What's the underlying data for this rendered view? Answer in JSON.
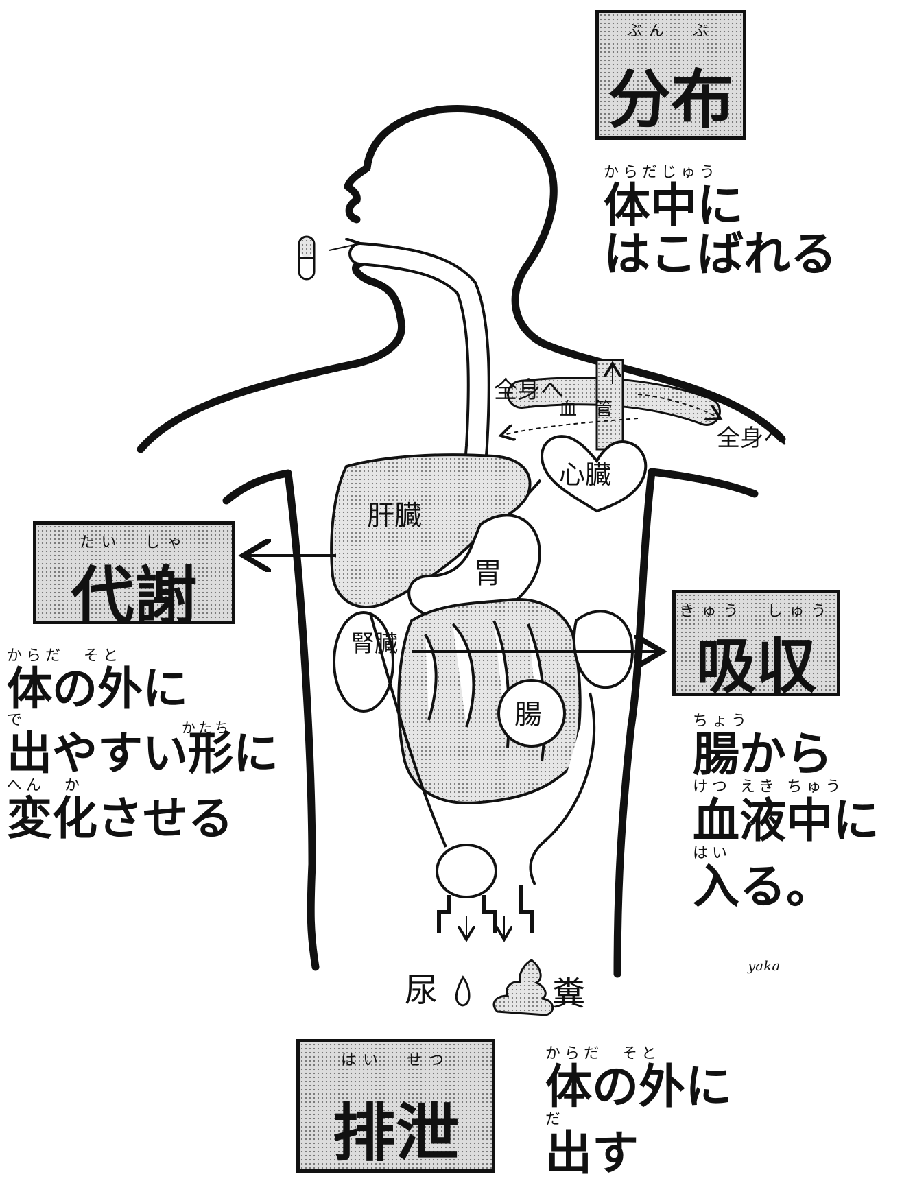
{
  "sections": {
    "distribution": {
      "title": "分布",
      "reading": "ぶん　ぷ",
      "description_reading": "からだじゅう",
      "description_lines": [
        "体中に",
        "はこばれる"
      ]
    },
    "metabolism": {
      "title": "代謝",
      "reading": "たい　しゃ",
      "description_reading": "からだ　そと",
      "description_lines": [
        "体の外に",
        "出やすい形に",
        "変化させる"
      ],
      "reading_de": "で",
      "reading_katachi": "かたち",
      "reading_henka": "へん　か"
    },
    "absorption": {
      "title": "吸収",
      "reading": "きゅう　しゅう",
      "description_reading": "ちょう",
      "description_lines": [
        "腸から",
        "血液中に",
        "入る。"
      ],
      "reading_ketsueki": "けつ えき ちゅう",
      "reading_hai": "はい"
    },
    "excretion": {
      "title": "排泄",
      "reading": "はい　せつ",
      "description_reading": "からだ　そと",
      "description_lines": [
        "体の外に",
        "出す"
      ],
      "reading_da": "だ"
    }
  },
  "organs": {
    "liver": "肝臓",
    "heart": "心臓",
    "stomach": "胃",
    "kidney": "腎臓",
    "intestine": "腸"
  },
  "labels": {
    "whole_body_left": "全身へ",
    "whole_body_right": "全身へ",
    "blood_vessel": "血　管",
    "urine": "尿",
    "feces": "糞",
    "signature": "yaka"
  }
}
